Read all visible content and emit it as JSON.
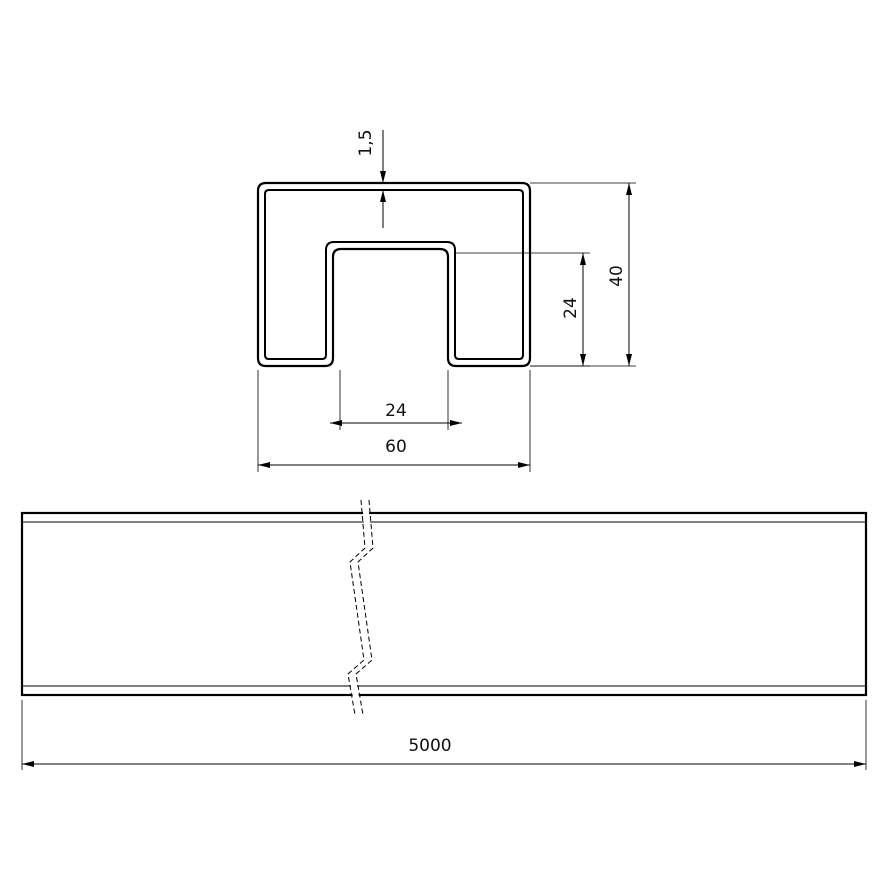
{
  "dimensions": {
    "thickness": "1,5",
    "outer_height": "40",
    "slot_depth": "24",
    "slot_width": "24",
    "outer_width": "60",
    "length": "5000"
  },
  "colors": {
    "line": "#000000",
    "background": "#ffffff"
  }
}
